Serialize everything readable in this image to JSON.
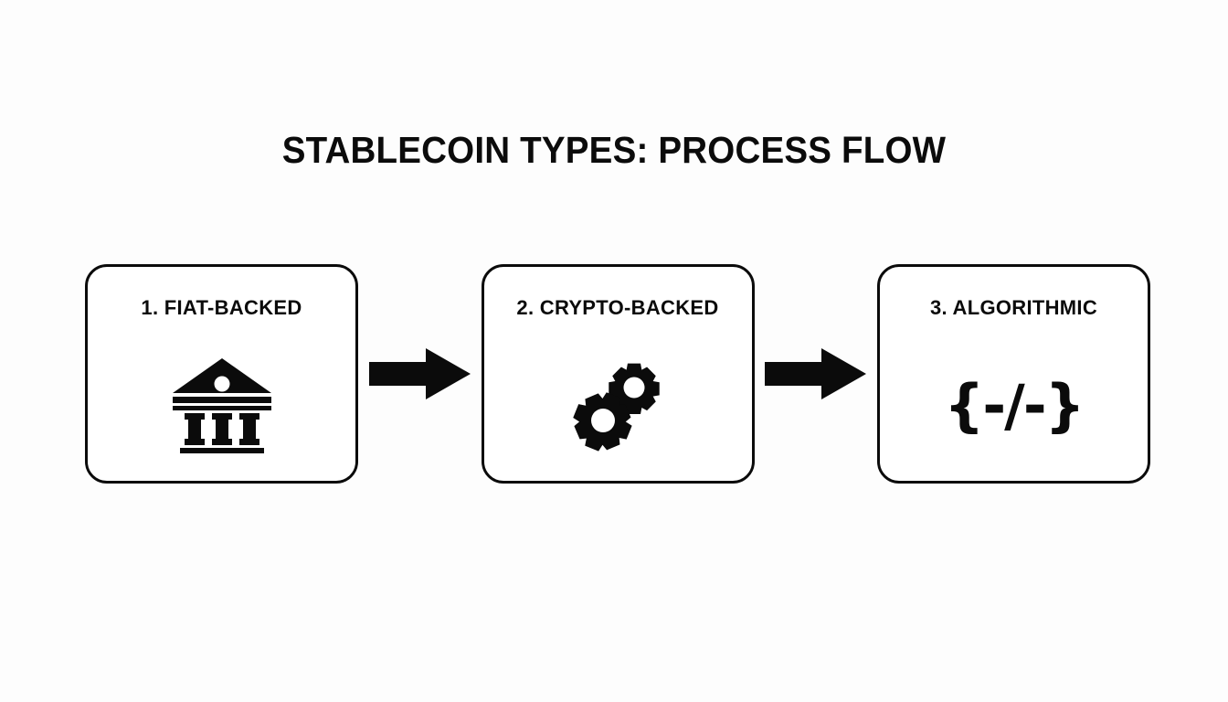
{
  "slide": {
    "title": "STABLECOIN TYPES: PROCESS FLOW",
    "background_color": "#fdfdfd",
    "ink_color": "#0b0b0b"
  },
  "flow": {
    "steps": [
      {
        "label": "1. FIAT-BACKED",
        "icon": "bank-icon",
        "number": "1"
      },
      {
        "label": "2. CRYPTO-BACKED",
        "icon": "gears-icon",
        "number": "2"
      },
      {
        "label": "3. ALGORITHMIC",
        "icon": "code-braces-icon",
        "number": "3",
        "icon_text": "{-/-}"
      }
    ],
    "connectors": [
      {
        "icon": "arrow-right-icon"
      },
      {
        "icon": "arrow-right-icon"
      }
    ]
  }
}
